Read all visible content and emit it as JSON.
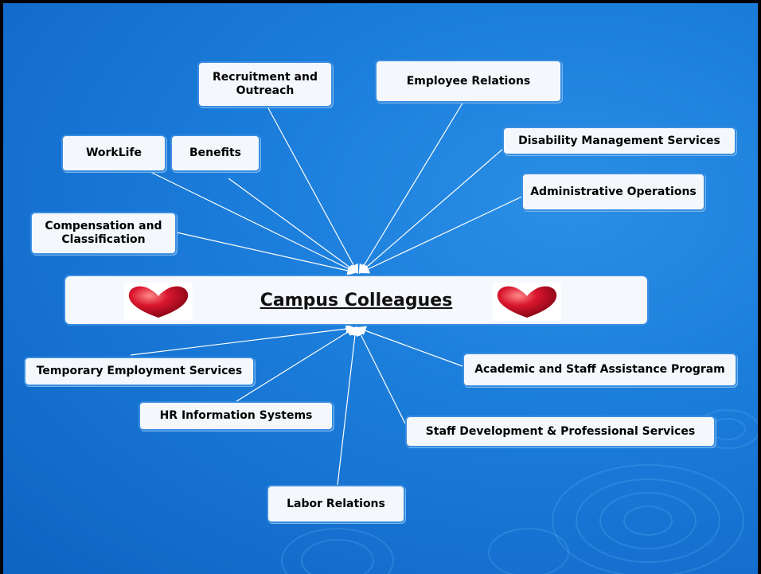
{
  "center": {
    "title": "Campus Colleagues"
  },
  "nodes": {
    "recruitment": "Recruitment and Outreach",
    "employee_relations": "Employee Relations",
    "worklife": "WorkLife",
    "benefits": "Benefits",
    "disability": "Disability Management Services",
    "admin_ops": "Administrative Operations",
    "compensation": "Compensation and Classification",
    "temporary": "Temporary Employment Services",
    "hris": "HR Information Systems",
    "labor": "Labor Relations",
    "academic": "Academic and Staff Assistance Program",
    "staff_dev": "Staff Development & Professional Services"
  },
  "colors": {
    "background": "#1a78d8",
    "box_fill": "#f4f8fc",
    "box_border": "#3a8ee0",
    "heart": "#c8102e"
  },
  "icons": [
    "heart-icon"
  ]
}
